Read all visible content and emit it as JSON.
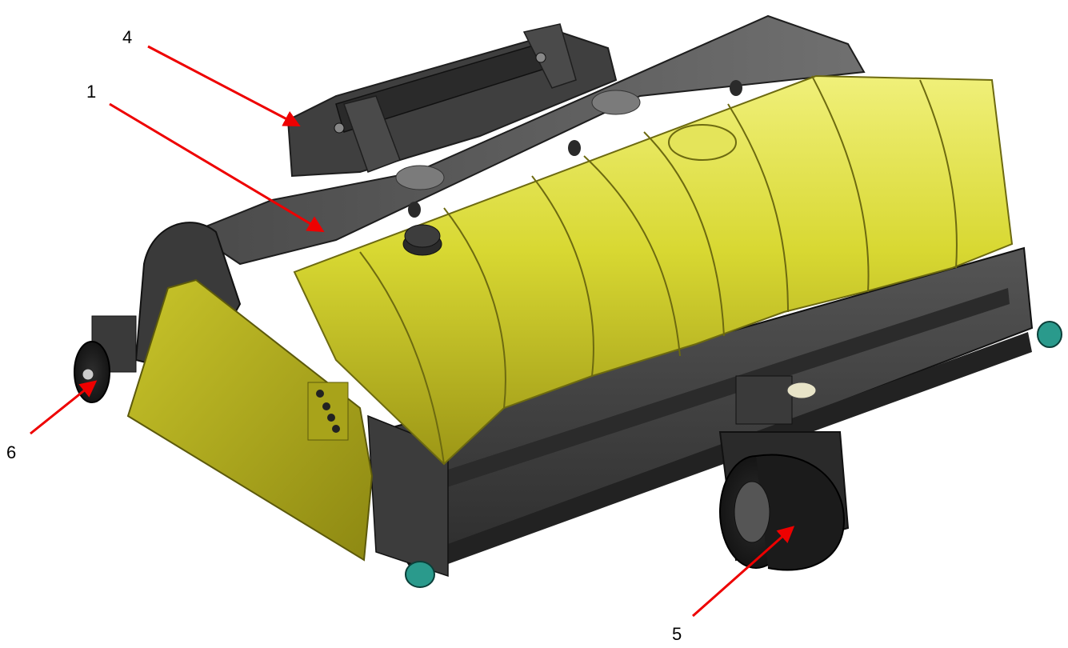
{
  "colors": {
    "frame_dark": "#3a3a3a",
    "frame_mid": "#4d4d4d",
    "frame_light": "#6a6a6a",
    "tank_yellow": "#d8d832",
    "tank_yellow_dark": "#a8a31a",
    "tank_yellow_light": "#ecec6a",
    "guard_yellow": "#b5b21e",
    "wheel_black": "#1b1b1b",
    "caster_teal": "#2a9a8c",
    "arrow_red": "#ee0000",
    "label_black": "#000000"
  },
  "callouts": [
    {
      "id": "4",
      "label": "4"
    },
    {
      "id": "1",
      "label": "1"
    },
    {
      "id": "6",
      "label": "6"
    },
    {
      "id": "5",
      "label": "5"
    }
  ],
  "icons": {
    "arrow": "red-callout-arrow"
  }
}
